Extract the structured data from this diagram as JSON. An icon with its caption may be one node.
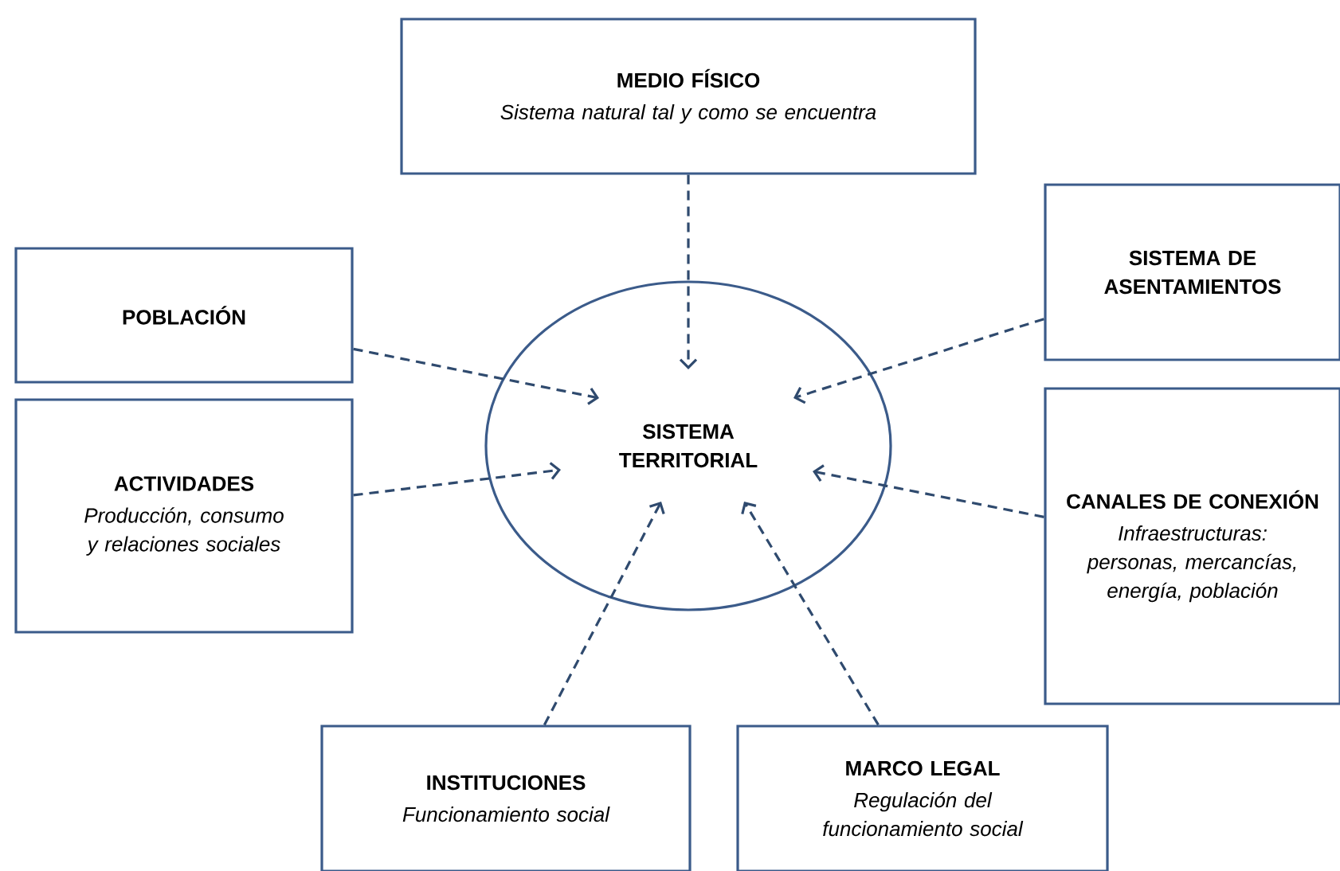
{
  "diagram": {
    "nodes": [
      {
        "text": [
          "MEDIO FÍSICO",
          "Sistema natural tal y como se encuentra"
        ]
      },
      {
        "text": [
          "POBLACIÓN"
        ]
      },
      {
        "text": [
          "SISTEMA DE ASENTAMIENTOS"
        ]
      },
      {
        "text": [
          "ACTIVIDADES",
          "Producción, consumo y relaciones sociales"
        ]
      },
      {
        "text": [
          "SISTEMA TERRITORIAL"
        ]
      },
      {
        "text": [
          "CANALES DE CONEXIÓN",
          "Infraestructuras: personas, mercancías, energía, población"
        ]
      },
      {
        "text": [
          "INSTITUCIONES",
          "Funcionamiento social"
        ]
      },
      {
        "text": [
          "MARCO LEGAL",
          "Regulación del funcionamiento social"
        ]
      }
    ],
    "edges": [
      {
        "from": 0,
        "to": 4,
        "arrow": "to",
        "style": "dashed"
      },
      {
        "from": 1,
        "to": 4,
        "arrow": "to",
        "style": "dashed"
      },
      {
        "from": 2,
        "to": 4,
        "arrow": "to",
        "style": "dashed"
      },
      {
        "from": 3,
        "to": 4,
        "arrow": "to",
        "style": "dashed"
      },
      {
        "from": 5,
        "to": 4,
        "arrow": "to",
        "style": "dashed"
      },
      {
        "from": 6,
        "to": 4,
        "arrow": "to",
        "style": "dashed"
      },
      {
        "from": 7,
        "to": 4,
        "arrow": "to",
        "style": "dashed"
      }
    ]
  }
}
